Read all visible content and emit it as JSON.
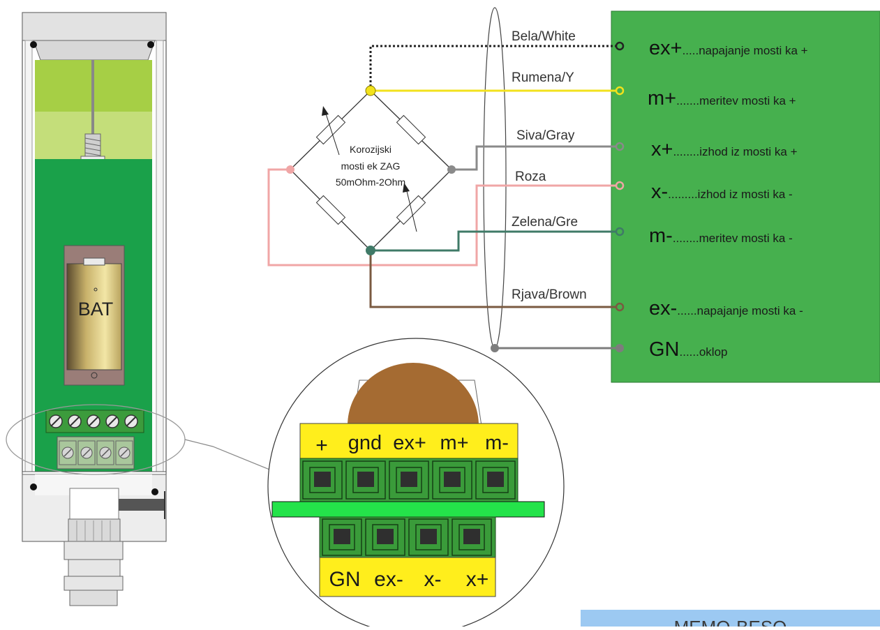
{
  "battery": {
    "label": "BAT"
  },
  "bridge": {
    "caption": [
      "Korozijski",
      "mosti  ek ZAG",
      "50mOhm-2Ohm"
    ]
  },
  "wires": [
    {
      "label": "Bela/White",
      "color": "#222222"
    },
    {
      "label": "Rumena/Y",
      "color": "#f2e21c"
    },
    {
      "label": "Siva/Gray",
      "color": "#8a8a8a"
    },
    {
      "label": "Roza",
      "color": "#f0a6a6"
    },
    {
      "label": "Zelena/Gre",
      "color": "#3f7a67"
    },
    {
      "label": "Rjava/Brown",
      "color": "#7a5a40"
    }
  ],
  "terminals": [
    {
      "sym": "ex+",
      "desc": ".....napajanje mosti  ka +"
    },
    {
      "sym": "m+",
      "desc": ".......meritev mosti  ka +"
    },
    {
      "sym": "x+",
      "desc": "........izhod iz mosti  ka +"
    },
    {
      "sym": "x-",
      "desc": ".........izhod iz mosti  ka -"
    },
    {
      "sym": "m-",
      "desc": "........meritev mosti  ka -"
    },
    {
      "sym": "ex-",
      "desc": "......napajanje mosti  ka -"
    },
    {
      "sym": "GN",
      "desc": "......oklop"
    }
  ],
  "connector_top": [
    "+",
    "gnd",
    "ex+",
    "m+",
    "m-"
  ],
  "connector_bottom": [
    "GN",
    "ex-",
    "x-",
    "x+"
  ],
  "memo": "MEMO-BESO",
  "colors": {
    "panel_green": "#46b04e",
    "pcb_green": "#1aa14a",
    "lime": "#a6cf45",
    "yellow": "#ffee1c",
    "cap_brown": "#a56b32",
    "enclosure_gray": "#e5e5e5"
  }
}
